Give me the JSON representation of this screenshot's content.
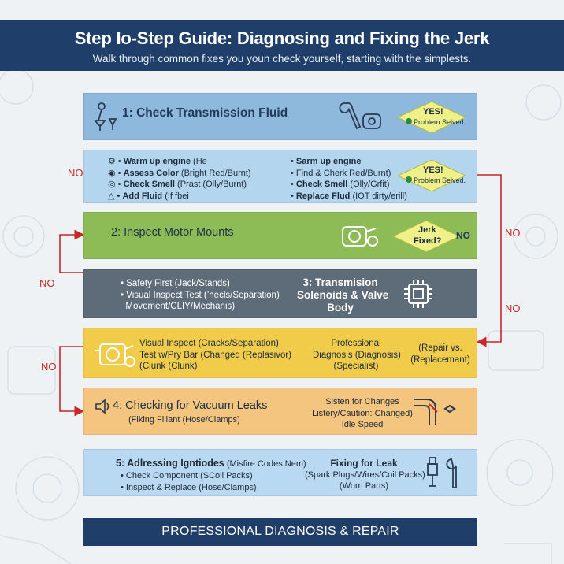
{
  "header": {
    "title": "Step Io-Step Guide: Diagnosing and Fixing the Jerk",
    "subtitle": "Walk through common fixes you youn check yourself, starting with the simplests."
  },
  "step1": {
    "title": "1: Check Transmission Fluid",
    "badge_yes": "YES!",
    "badge_solved": "Problem Selved."
  },
  "step1_details": {
    "left": [
      {
        "label": "Warm up engine",
        "rest": " (He"
      },
      {
        "label": "Assess Color",
        "rest": " (Bright Red/Burnt)"
      },
      {
        "label": "Check Smell",
        "rest": " (Prast (Olly/Burnt)"
      },
      {
        "label": "Add Fluid",
        "rest": " (If fbei"
      }
    ],
    "right": [
      {
        "label": "Sarm up engine",
        "rest": ""
      },
      {
        "label": "Find & Cherk Red/Burnt)",
        "rest": ""
      },
      {
        "label": "Check Smell",
        "rest": " (Olly/Grfit)"
      },
      {
        "label": "Replace Flud",
        "rest": " (ΙOT dirty/erill)"
      }
    ],
    "badge_yes": "YES!",
    "badge_solved": "Problem Selved."
  },
  "step2": {
    "title": "2: Inspect Motor Mounts",
    "badge_line1": "Jerk",
    "badge_line2": "Fixed?",
    "no": "NO"
  },
  "step3": {
    "left": [
      "Safety First (Jack/Stands)",
      "Visual Inspect Test (’hecls/Separation)",
      "Movement/CLIY/Mechanis)"
    ],
    "title_line1": "3: Transmision",
    "title_line2": "Solenoids & Valve",
    "title_line3": "Body"
  },
  "step3_details": {
    "col1": [
      "Visual Inspect (Cracks/Separation)",
      "Test w/Pry Bar (Changed (Replasivor)",
      "(Clunk  (Clunk)"
    ],
    "col2": [
      "Professional",
      "Diagnosis (Diagnosis)",
      "(Specialist)"
    ],
    "col3": [
      "(Repair vs.",
      "(Replacemant)"
    ]
  },
  "step4": {
    "title": "4: Checking for Vacuum Leaks",
    "sub": "(Fiking Fliiant (Hose/Clamps)",
    "right": [
      "Sisten for Changes",
      "Listery/Caution: Changed)",
      "Idle Speed"
    ]
  },
  "step5": {
    "title": "5: Adlressing Igntiodes",
    "title_rest": " (Misfire Codes Nem)",
    "items": [
      "Check Component:(SColl Packs)",
      "Inspect & Replace (Hose/Clamps)"
    ],
    "right_title": "Fixing for Leak",
    "right": [
      "(Spark Plugs/Wires/Coil Packs)",
      "(Worn Parts)"
    ]
  },
  "footer": "PROFESSIONAL DIAGNOSIS & REPAIR",
  "flow_labels": {
    "no_left_top": "NO",
    "no_left_mid": "NO",
    "no_left_bottom": "NO",
    "no_right_top": "NO",
    "no_right_bottom": "NO"
  },
  "colors": {
    "header": "#1f3f6a",
    "arrow": "#c62828",
    "badge": "#eef08a"
  }
}
